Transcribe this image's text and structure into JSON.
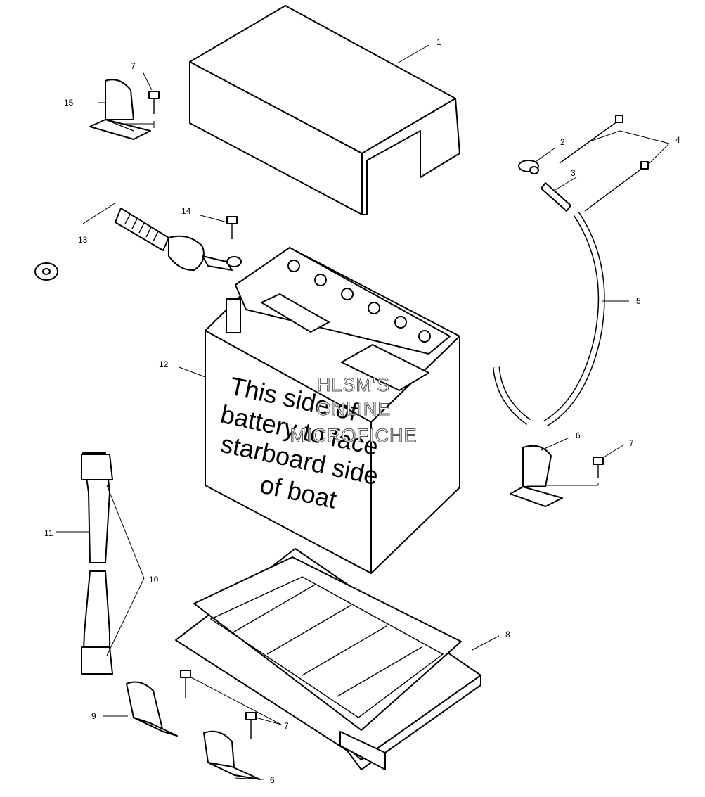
{
  "battery_label": [
    "This side of",
    "battery to face",
    "starboard side",
    "of boat"
  ],
  "watermark": [
    "HLSM'S",
    "ONLINE",
    "MICROFICHE"
  ],
  "callouts": {
    "c1": "1",
    "c2": "2",
    "c3": "3",
    "c4": "4",
    "c5": "5",
    "c6a": "6",
    "c6b": "6",
    "c7a": "7",
    "c7b": "7",
    "c7c": "7",
    "c8": "8",
    "c9": "9",
    "c10": "10",
    "c11": "11",
    "c12": "12",
    "c13": "13",
    "c14": "14",
    "c15": "15"
  }
}
